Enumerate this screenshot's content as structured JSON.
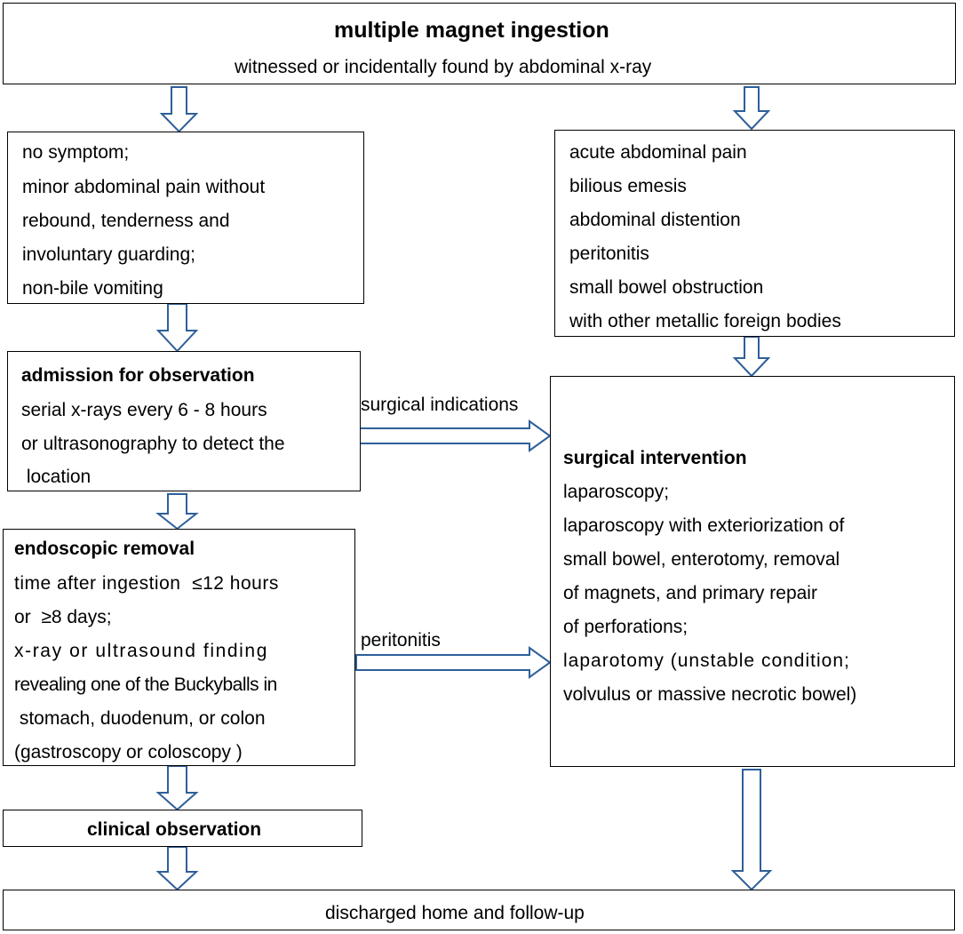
{
  "start": {
    "title": "multiple magnet ingestion",
    "subtitle": "witnessed or incidentally found by abdominal x-ray"
  },
  "mild": {
    "lines": [
      "no symptom;",
      "minor abdominal pain without",
      "rebound, tenderness and",
      "involuntary guarding;",
      "non-bile vomiting"
    ]
  },
  "severe": {
    "lines": [
      "acute abdominal pain",
      "bilious emesis",
      "abdominal distention",
      "peritonitis",
      "small bowel obstruction",
      "with other metallic foreign bodies"
    ]
  },
  "admission": {
    "title": "admission for observation",
    "lines": [
      "serial x-rays every 6 - 8 hours",
      "or ultrasonography to detect the",
      " location"
    ]
  },
  "surgical": {
    "title": "surgical intervention",
    "lines": [
      "laparoscopy;",
      "laparoscopy with exteriorization of",
      "small bowel, enterotomy, removal",
      "of magnets, and primary repair",
      "of perforations;",
      "laparotomy (unstable condition;",
      "volvulus or massive necrotic bowel)"
    ]
  },
  "endoscopic": {
    "title": "endoscopic removal",
    "lines": [
      "time after ingestion  ≤12 hours",
      "or  ≥8 days;",
      "x-ray or ultrasound finding",
      "revealing one of the Buckyballs in",
      " stomach, duodenum, or colon",
      "(gastroscopy or coloscopy )"
    ]
  },
  "clinical": {
    "title": "clinical observation"
  },
  "discharge": {
    "title": "discharged home and follow-up"
  },
  "edges": {
    "surgical_indications": "surgical indications",
    "peritonitis": "peritonitis"
  },
  "colors": {
    "arrow_stroke": "#2e5f99",
    "border": "#000000"
  }
}
